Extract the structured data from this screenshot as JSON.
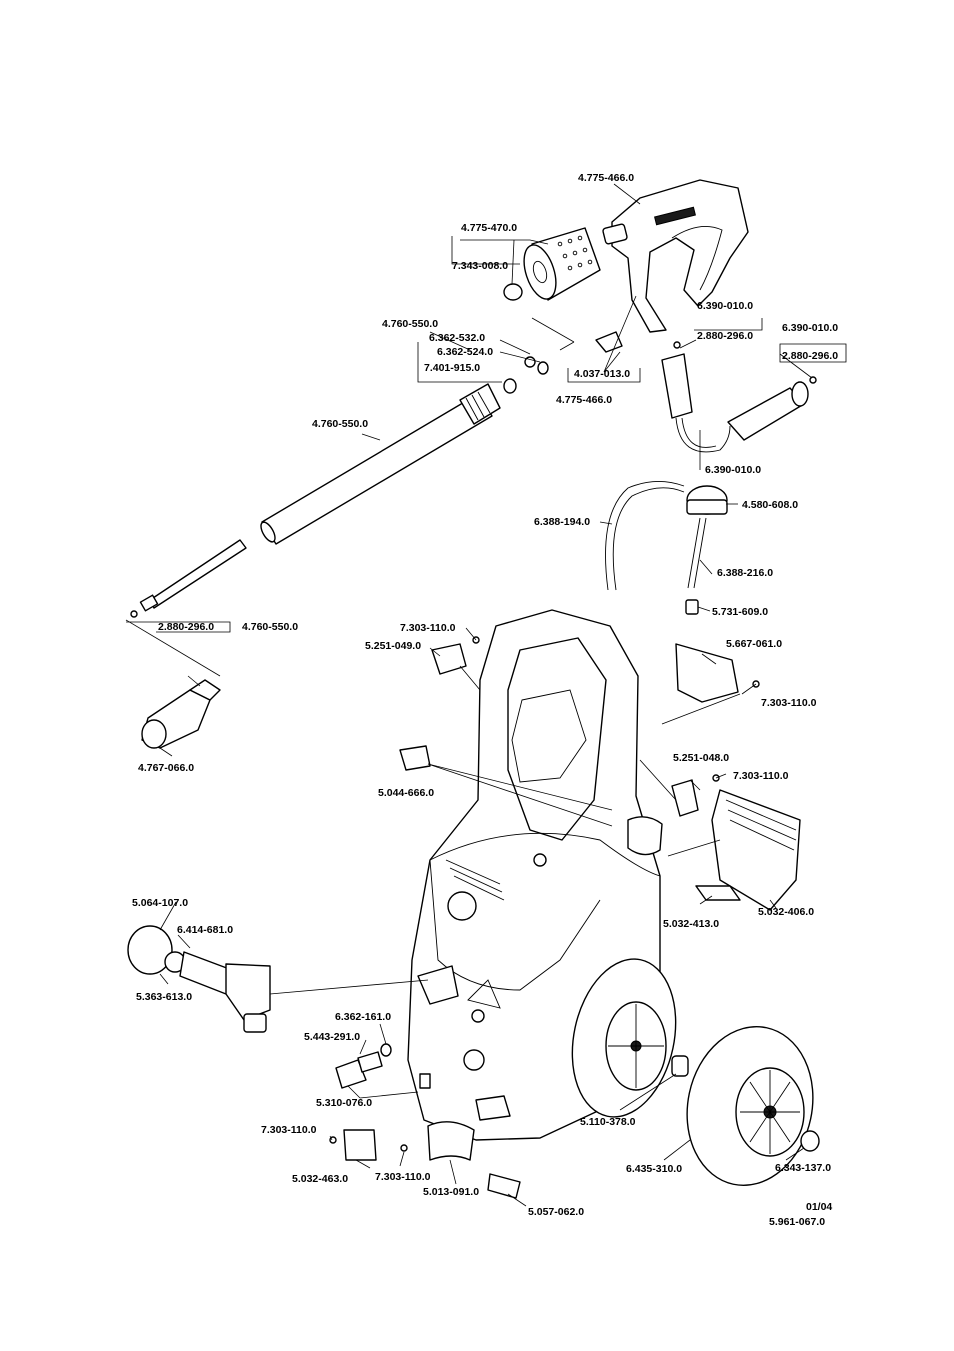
{
  "labels": {
    "l01": "4.775-466.0",
    "l02": "4.775-470.0",
    "l03": "7.343-008.0",
    "l04": "4.760-550.0",
    "l05": "6.362-532.0",
    "l06": "6.362-524.0",
    "l07": "7.401-915.0",
    "l08": "4.037-013.0",
    "l09": "4.775-466.0",
    "l10": "6.390-010.0",
    "l11": "2.880-296.0",
    "l12": "6.390-010.0",
    "l13": "2.880-296.0",
    "l14": "6.390-010.0",
    "l15": "4.760-550.0",
    "l16": "6.388-194.0",
    "l17": "4.580-608.0",
    "l18": "6.388-216.0",
    "l19": "5.731-609.0",
    "l20": "2.880-296.0",
    "l21": "4.760-550.0",
    "l22": "7.303-110.0",
    "l23": "5.251-049.0",
    "l24": "5.667-061.0",
    "l25": "7.303-110.0",
    "l26": "4.767-066.0",
    "l27": "5.044-666.0",
    "l28": "5.251-048.0",
    "l29": "7.303-110.0",
    "l30": "5.064-107.0",
    "l31": "6.414-681.0",
    "l32": "5.363-613.0",
    "l33": "5.032-413.0",
    "l34": "5.032-406.0",
    "l35": "6.362-161.0",
    "l36": "5.443-291.0",
    "l37": "5.310-076.0",
    "l38": "5.110-378.0",
    "l39": "7.303-110.0",
    "l40": "5.032-463.0",
    "l41": "7.303-110.0",
    "l42": "5.013-091.0",
    "l43": "5.057-062.0",
    "l44": "6.435-310.0",
    "l45": "6.343-137.0"
  },
  "footer": {
    "date": "01/04",
    "doc_number": "5.961-067.0"
  }
}
